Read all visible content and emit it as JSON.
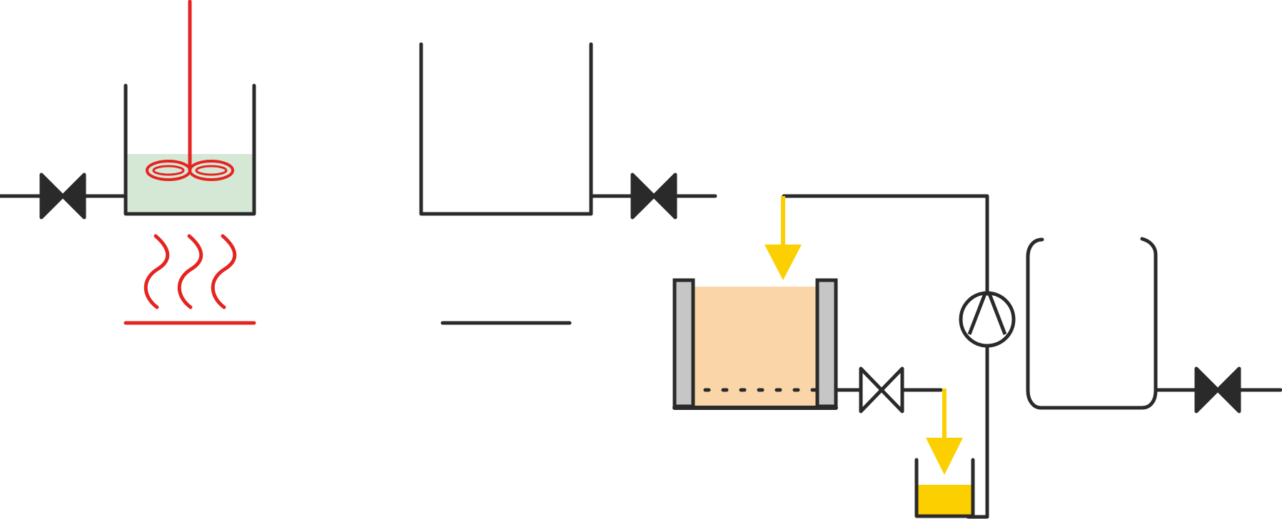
{
  "diagram": {
    "title": "",
    "colors": {
      "line": "#2a2a2a",
      "agitator_heat": "#e52421",
      "liquid_green": "#d5e8d6",
      "filter_cake": "#fad5a7",
      "filter_wall": "#c6c6c6",
      "filtrate": "#fccf00"
    },
    "components": [
      {
        "name": "inlet-valve",
        "symbol": "closed-gate-valve",
        "color": "#2a2a2a"
      },
      {
        "name": "stirred-heated-reactor",
        "symbol": "open-vessel",
        "liquid_color": "#d5e8d6"
      },
      {
        "name": "stirrer",
        "symbol": "propeller-agitator",
        "color": "#e52421"
      },
      {
        "name": "heater",
        "symbol": "heat-waves",
        "color": "#e52421"
      },
      {
        "name": "open-tank",
        "symbol": "open-vessel"
      },
      {
        "name": "tank-outlet-valve",
        "symbol": "closed-gate-valve"
      },
      {
        "name": "filter-unit",
        "symbol": "jacketed-filter",
        "cake_color": "#fad5a7"
      },
      {
        "name": "filter-outlet-valve",
        "symbol": "open-gate-valve"
      },
      {
        "name": "filtrate-vessel",
        "symbol": "open-vessel",
        "liquid_color": "#fccf00"
      },
      {
        "name": "pump",
        "symbol": "centrifugal-pump"
      },
      {
        "name": "receiver-vessel",
        "symbol": "rounded-open-vessel"
      },
      {
        "name": "outlet-valve",
        "symbol": "closed-gate-valve"
      }
    ],
    "flow_arrows": [
      {
        "name": "feed-arrow",
        "color": "#fccf00"
      },
      {
        "name": "filtrate-arrow",
        "color": "#fccf00"
      }
    ]
  }
}
